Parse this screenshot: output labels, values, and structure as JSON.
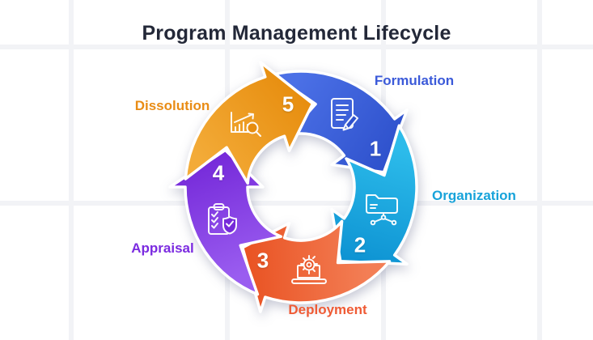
{
  "title": "Program Management Lifecycle",
  "colors": {
    "title": "#232838",
    "background": "#ffffff",
    "grid_line": "#f2f3f6",
    "number_text": "#ffffff",
    "icon_stroke": "#ffffff"
  },
  "stages": [
    {
      "number": "1",
      "label": "Formulation",
      "icon": "document-pencil-icon",
      "color_light": "#4b70e6",
      "color_dark": "#2e51cc",
      "label_color": "#3b5ad9"
    },
    {
      "number": "2",
      "label": "Organization",
      "icon": "folder-network-icon",
      "color_light": "#2cbbea",
      "color_dark": "#0d92d2",
      "label_color": "#17a3da"
    },
    {
      "number": "3",
      "label": "Deployment",
      "icon": "laptop-gear-icon",
      "color_light": "#f37e55",
      "color_dark": "#e95222",
      "label_color": "#ef5b35"
    },
    {
      "number": "4",
      "label": "Appraisal",
      "icon": "clipboard-shield-icon",
      "color_light": "#9a5df0",
      "color_dark": "#7529d9",
      "label_color": "#7b2be0"
    },
    {
      "number": "5",
      "label": "Dissolution",
      "icon": "chart-magnifier-icon",
      "color_light": "#f3ab38",
      "color_dark": "#e78d0e",
      "label_color": "#e98c15"
    }
  ]
}
